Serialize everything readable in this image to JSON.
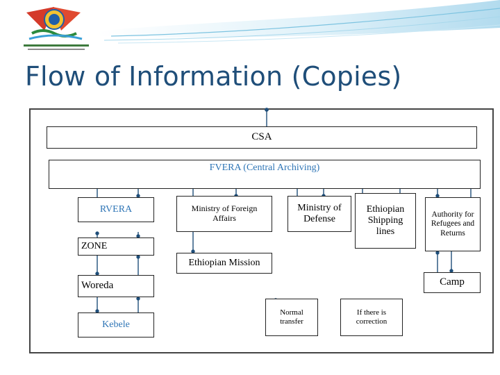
{
  "slide": {
    "title": "Flow of Information (Copies)"
  },
  "diagram": {
    "nodes": {
      "csa": "CSA",
      "fvera": "FVERA (Central Archiving)",
      "rvera": "RVERA",
      "mofa": "Ministry  of Foreign Affairs",
      "mod": "Ministry of Defense",
      "esl": "Ethiopian Shipping lines",
      "arra": "Authority for Refugees and Returns",
      "zone": "ZONE",
      "mission": "Ethiopian Mission",
      "woreda": "Woreda",
      "camp": "Camp",
      "kebele": "Kebele"
    },
    "legend": {
      "normal": "Normal transfer",
      "correction": "If there is correction"
    }
  },
  "colors": {
    "title": "#1f4e79",
    "accent_text": "#2e75b6",
    "arrow": "#1f4e79",
    "header_band": "#bfe3f3"
  }
}
